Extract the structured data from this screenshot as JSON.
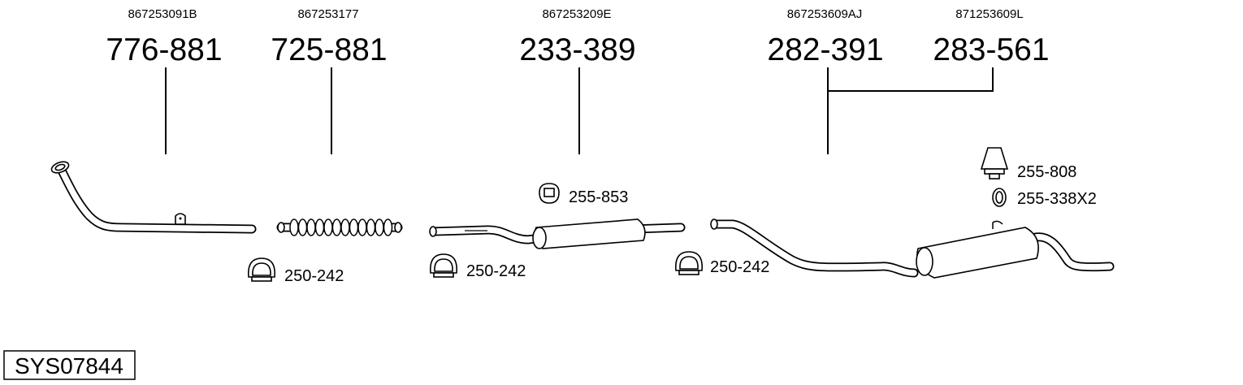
{
  "parts": [
    {
      "oe": "867253091B",
      "number": "776-881"
    },
    {
      "oe": "867253177",
      "number": "725-881"
    },
    {
      "oe": "867253209E",
      "number": "233-389"
    },
    {
      "oe": "867253609AJ",
      "number": "282-391"
    },
    {
      "oe": "871253609L",
      "number": "283-561"
    }
  ],
  "accessories": {
    "clamp_1": "250-242",
    "clamp_2": "250-242",
    "clamp_3": "250-242",
    "hanger_front": "255-853",
    "rubber_mount": "255-808",
    "ring": "255-338X2"
  },
  "system_id": "SYS07844"
}
